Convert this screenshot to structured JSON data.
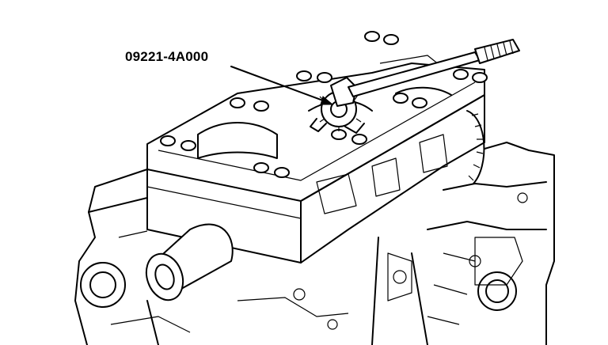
{
  "callout": {
    "part_number": "09221-4A000"
  },
  "colors": {
    "line": "#000000",
    "background": "#ffffff"
  },
  "icons": [
    "engine-block-illustration",
    "special-tool-illustration",
    "leader-arrow"
  ]
}
